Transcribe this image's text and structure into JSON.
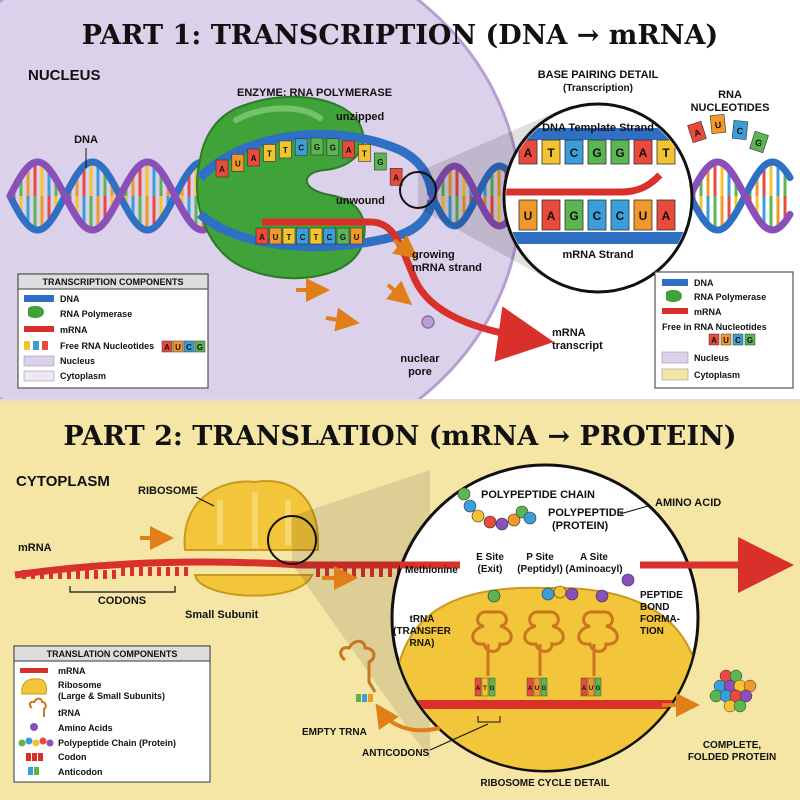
{
  "part1": {
    "title": "PART 1: TRANSCRIPTION (DNA → mRNA)",
    "nucleus_label": "NUCLEUS",
    "enzyme_label": "ENZYME: RNA POLYMERASE",
    "dna_label": "DNA",
    "unzipped": "unzipped",
    "unwound": "unwound",
    "growing_1": "growing",
    "growing_2": "mRNA strand",
    "mrna_transcript_1": "mRNA",
    "mrna_transcript_2": "transcript",
    "nuclear_pore_1": "nuclear",
    "nuclear_pore_2": "pore",
    "base_pairing_title": "BASE PAIRING DETAIL",
    "base_pairing_sub": "(Transcription)",
    "rna_nucleotides_1": "RNA",
    "rna_nucleotides_2": "NUCLEOTIDES",
    "template_strand": "DNA Template Strand",
    "mrna_strand": "mRNA Strand",
    "template_bases": [
      "A",
      "T",
      "C",
      "G",
      "G",
      "A",
      "T"
    ],
    "template_pairs": [
      "U",
      "A",
      "G",
      "C",
      "C",
      "U",
      "A"
    ],
    "loose_nucleotides": [
      "A",
      "U",
      "C",
      "G"
    ],
    "unzip_top_bases": [
      "A",
      "U",
      "A",
      "T",
      "T",
      "C",
      "G",
      "G",
      "A",
      "T",
      "G",
      "A"
    ],
    "unzip_bottom_bases": [
      "A",
      "U",
      "T",
      "C",
      "T",
      "C",
      "G",
      "U"
    ],
    "legend_left": {
      "title": "TRANSCRIPTION COMPONENTS",
      "items": [
        "DNA",
        "RNA Polymerase",
        "mRNA",
        "Free RNA Nucleotides",
        "Nucleus",
        "Cytoplasm"
      ],
      "nuc_letters": [
        "A",
        "U",
        "C",
        "G"
      ]
    },
    "legend_right": {
      "items": [
        "DNA",
        "RNA Polymerase",
        "mRNA",
        "Free in RNA Nucleotides",
        "Nucleus",
        "Cytoplasm"
      ],
      "nuc_letters": [
        "A",
        "U",
        "C",
        "G"
      ]
    }
  },
  "part2": {
    "title": "PART 2: TRANSLATION (mRNA → PROTEIN)",
    "cytoplasm_label": "CYTOPLASM",
    "ribosome_label": "RIBOSOME",
    "mrna_label": "mRNA",
    "codons_label": "CODONS",
    "small_subunit": "Small Subunit",
    "polypeptide_chain": "POLYPEPTIDE CHAIN",
    "polypeptide_protein_1": "POLYPEPTIDE",
    "polypeptide_protein_2": "(PROTEIN)",
    "amino_acid": "AMINO ACID",
    "methionine": "Methionine",
    "e_site_1": "E Site",
    "e_site_2": "(Exit)",
    "p_site_1": "P Site",
    "p_site_2": "(Peptidyl)",
    "a_site_1": "A Site",
    "a_site_2": "(Aminoacyl)",
    "trna_1": "tRNA",
    "trna_2": "(TRANSFER",
    "trna_3": "RNA)",
    "peptide_bond_1": "PEPTIDE",
    "peptide_bond_2": "BOND",
    "peptide_bond_3": "FORMA-",
    "peptide_bond_4": "TION",
    "empty_trna": "EMPTY TRNA",
    "anticodons": "ANTICODONS",
    "ribosome_cycle": "RIBOSOME CYCLE DETAIL",
    "complete_1": "COMPLETE,",
    "complete_2": "FOLDED PROTEIN",
    "anticodon_bases": [
      [
        "A",
        "T",
        "G"
      ],
      [
        "A",
        "U",
        "G"
      ],
      [
        "A",
        "U",
        "G"
      ]
    ],
    "legend": {
      "title": "TRANSLATION COMPONENTS",
      "items": [
        "mRNA",
        "Ribosome",
        "(Large & Small Subunits)",
        "tRNA",
        "Amino Acids",
        "Polypeptide Chain (Protein)",
        "Codon",
        "Anticodon"
      ]
    }
  },
  "colors": {
    "dna_blue": "#2f6fc4",
    "dna_purple": "#8a4fb8",
    "mrna_red": "#d9302b",
    "polymerase_green": "#3fa33a",
    "nucleus_bg": "#dcd1ea",
    "cytoplasm_bg": "#f6e6a6",
    "ribosome_yellow": "#f2c53a",
    "base_A": "#e84a3c",
    "base_T": "#f4c430",
    "base_U": "#f0982c",
    "base_C": "#3a9fd8",
    "base_G": "#5ab552",
    "arrow_orange": "#f0952a"
  }
}
